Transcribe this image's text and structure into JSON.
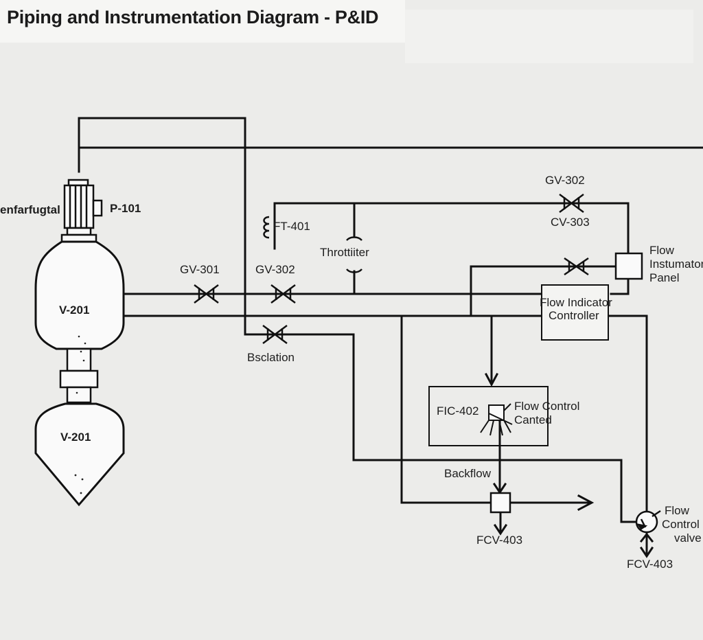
{
  "title": "Piping and Instrumentation Diagram - P&ID",
  "labels": {
    "centrifugal": "enfarfugtal",
    "p101": "P-101",
    "v201_upper": "V-201",
    "v201_lower": "V-201",
    "gv301": "GV-301",
    "gv302_mid": "GV-302",
    "bsclation": "Bsclation",
    "ft401": "FT-401",
    "throttle": "Throttiiter",
    "gv302_top": "GV-302",
    "cv303": "CV-303",
    "flow_panel_1": "Flow",
    "flow_panel_2": "Instumator",
    "flow_panel_3": "Panel",
    "fic_1": "Flow Indicator",
    "fic_2": "Controller",
    "fic402": "FIC-402",
    "flow_control_1": "Flow Control",
    "flow_control_2": "Canted",
    "backflow": "Backflow",
    "fcv403_center": "FCV-403",
    "fcv403_right": "FCV-403",
    "control_valve_1": "Flow",
    "control_valve_2": "Control",
    "control_valve_3": "valve"
  }
}
